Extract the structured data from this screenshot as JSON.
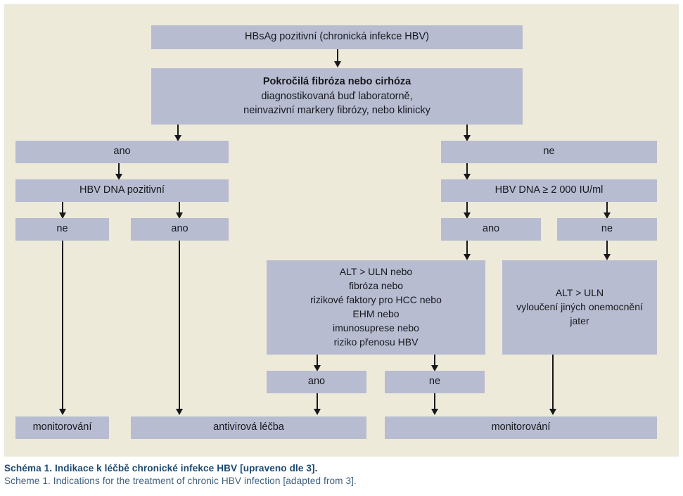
{
  "colors": {
    "panel_background": "#eeead9",
    "node_fill": "#b7bcd1",
    "node_text": "#17181c",
    "connector": "#17181c",
    "caption_cz": "#1b4a73",
    "caption_en": "#3f5f7d",
    "page_background": "#ffffff"
  },
  "diagram": {
    "type": "flowchart",
    "title": "Indikace k léčbě chronické infekce HBV",
    "nodes": {
      "root": {
        "text": "HBsAg pozitivní (chronická infekce HBV)"
      },
      "fibrosis": {
        "title": "Pokročilá fibróza nebo cirhóza",
        "line2": "diagnostikovaná buď laboratorně,",
        "line3": "neinvazivní markery fibrózy, nebo klinicky"
      },
      "left_yes": {
        "text": "ano"
      },
      "right_no": {
        "text": "ne"
      },
      "hbv_dna_pos": {
        "text": "HBV DNA pozitivní"
      },
      "hbv_dna_level": {
        "text": "HBV DNA ≥ 2 000 IU/ml"
      },
      "l_no": {
        "text": "ne"
      },
      "l_yes": {
        "text": "ano"
      },
      "r_yes": {
        "text": "ano"
      },
      "r_no": {
        "text": "ne"
      },
      "criteria_mid": {
        "lines": [
          "ALT > ULN nebo",
          "fibróza nebo",
          "rizikové faktory pro HCC nebo",
          "EHM nebo",
          "imunosuprese nebo",
          "riziko přenosu HBV"
        ]
      },
      "criteria_right": {
        "lines": [
          "ALT > ULN",
          "vyloučení jiných onemocnění",
          "jater"
        ]
      },
      "mid_yes": {
        "text": "ano"
      },
      "mid_no": {
        "text": "ne"
      },
      "out_monitor_left": {
        "text": "monitorování"
      },
      "out_antiviral": {
        "text": "antivirová léčba"
      },
      "out_monitor_right": {
        "text": "monitorování"
      }
    }
  },
  "caption": {
    "czech": "Schéma 1. Indikace k léčbě chronické infekce HBV [upraveno dle 3].",
    "english": "Scheme 1. Indications for the treatment of chronic HBV infection [adapted from 3]."
  }
}
